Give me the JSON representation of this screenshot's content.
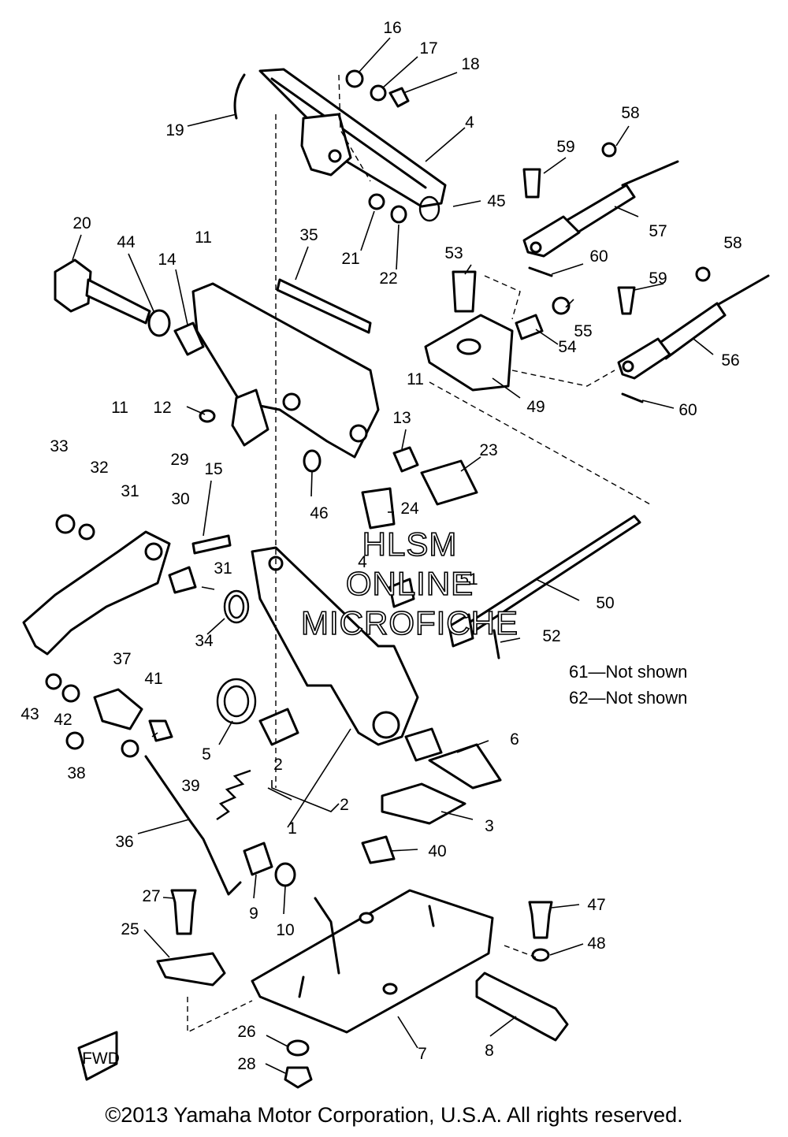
{
  "watermark": [
    "HLSM",
    "ONLINE",
    "MICROFICHE"
  ],
  "notes": [
    "61—Not shown",
    "62—Not shown"
  ],
  "copyright": "©2013 Yamaha Motor Corporation, U.S.A. All rights reserved.",
  "fwd_mark": "FWD",
  "callouts": [
    "16",
    "17",
    "18",
    "19",
    "4",
    "59",
    "58",
    "57",
    "45",
    "20",
    "44",
    "11",
    "14",
    "35",
    "21",
    "22",
    "53",
    "60",
    "58",
    "59",
    "55",
    "54",
    "56",
    "49",
    "11",
    "60",
    "12",
    "11",
    "13",
    "23",
    "33",
    "32",
    "29",
    "15",
    "31",
    "30",
    "46",
    "24",
    "4",
    "51",
    "50",
    "31",
    "34",
    "52",
    "37",
    "41",
    "43",
    "42",
    "38",
    "5",
    "2",
    "6",
    "39",
    "2",
    "1",
    "3",
    "36",
    "40",
    "27",
    "9",
    "10",
    "47",
    "25",
    "48",
    "26",
    "8",
    "7",
    "28"
  ]
}
